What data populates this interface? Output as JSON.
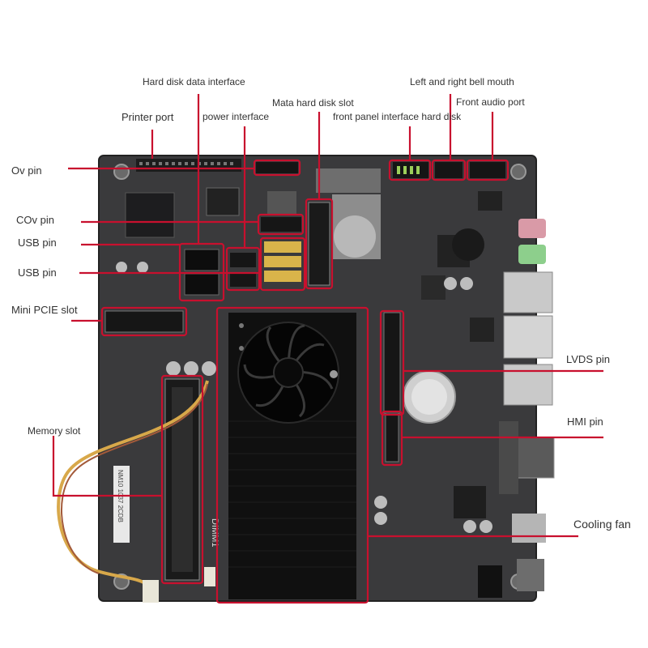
{
  "colors": {
    "background": "#ffffff",
    "board": "#3a3a3c",
    "board_dark": "#2a2a2c",
    "callout": "#c8102e",
    "heatsink": "#111111",
    "text": "#333333"
  },
  "labels": {
    "hard_disk_data_interface": "Hard disk data interface",
    "left_right_bell_mouth": "Left and right bell mouth",
    "mata_hard_disk_slot": "Mata hard disk slot",
    "front_audio_port": "Front audio port",
    "printer_port": "Printer port",
    "power_interface": "power interface",
    "front_panel_interface": "front panel interface hard disk",
    "ov_pin": "Ov pin",
    "cov_pin": "COv pin",
    "usb_pin_1": "USB pin",
    "usb_pin_2": "USB pin",
    "mini_pcie_slot": "Mini PCIE slot",
    "lvds_pin": "LVDS pin",
    "hmi_pin": "HMI pin",
    "memory_slot": "Memory slot",
    "cooling_fan": "Cooling fan"
  },
  "board_prints": {
    "dimm_label": "DIMM1",
    "sticker": "NM10 1037 2CDB"
  },
  "icons": [
    "cooling-fan-icon",
    "cmos-battery-icon",
    "buzzer-icon"
  ]
}
